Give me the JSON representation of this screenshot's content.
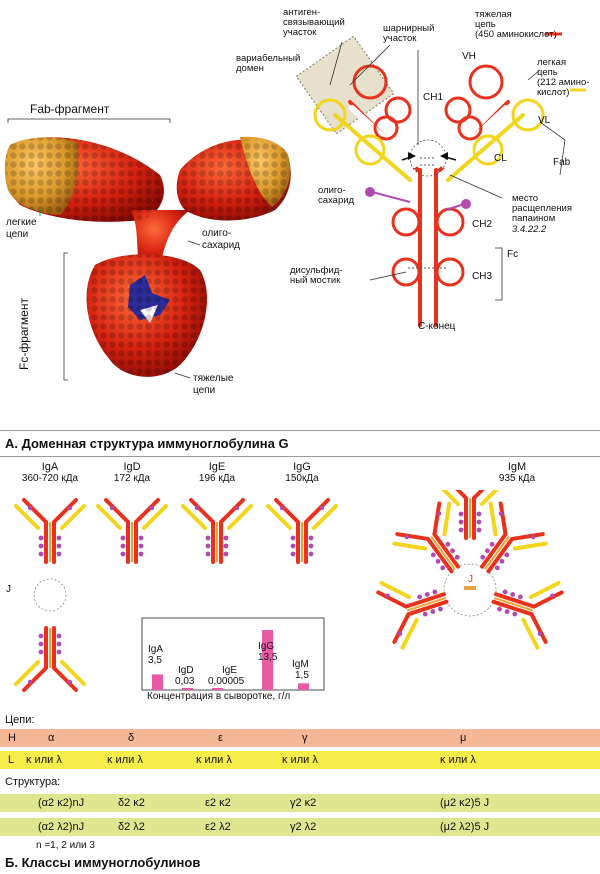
{
  "section_a": {
    "title": "А. Доменная структура иммуноглобулина G",
    "fab_fragment": "Fab-фрагмент",
    "light_chains_1": "легкие",
    "light_chains_2": "цепи",
    "oligo_1": "олиго-",
    "oligo_2": "сахарид",
    "fc_fragment": "Fc-фрагмент",
    "heavy_chains_1": "тяжелые",
    "heavy_chains_2": "цепи",
    "antigen_site_1": "антиген-",
    "antigen_site_2": "связывающий",
    "antigen_site_3": "участок",
    "hinge_1": "шарнирный",
    "hinge_2": "участок",
    "heavy_chain_1": "тяжелая",
    "heavy_chain_2": "цепь",
    "heavy_chain_3": "(450 аминокислот)",
    "variable_1": "вариабельный",
    "variable_2": "домен",
    "vh": "VH",
    "ch1": "CH1",
    "light_chain_1": "легкая",
    "light_chain_2": "цепь",
    "light_chain_3": "(212 амино-",
    "light_chain_4": "кислот)",
    "vl": "VL",
    "cl": "CL",
    "fab": "Fab",
    "oligosaccharide_1": "олиго-",
    "oligosaccharide_2": "сахарид",
    "cleavage_1": "место",
    "cleavage_2": "расщепления",
    "cleavage_3": "папаином",
    "cleavage_4": "3.4.22.2",
    "ch2": "CH2",
    "fc": "Fc",
    "disulfide_1": "дисульфид-",
    "disulfide_2": "ный мостик",
    "ch3": "CH3",
    "c_end": "С-конец"
  },
  "classes": [
    {
      "name": "IgA",
      "mass": "360-720 кДа"
    },
    {
      "name": "IgD",
      "mass": "172 кДа"
    },
    {
      "name": "IgE",
      "mass": "196 кДа"
    },
    {
      "name": "IgG",
      "mass": "150кДа"
    },
    {
      "name": "IgM",
      "mass": "935 кДа"
    }
  ],
  "j_label": "J",
  "concentration": {
    "caption": "Концентрация в сыворотке, г/л",
    "bars": [
      {
        "name": "IgA",
        "value": "3,5",
        "num": 3.5
      },
      {
        "name": "IgD",
        "value": "0,03",
        "num": 0.03
      },
      {
        "name": "IgE",
        "value": "0,00005",
        "num": 5e-05
      },
      {
        "name": "IgG",
        "value": "13,5",
        "num": 13.5
      },
      {
        "name": "IgM",
        "value": "1,5",
        "num": 1.5
      }
    ]
  },
  "chains_heading": "Цепи:",
  "h_row": {
    "label": "H",
    "values": [
      "α",
      "δ",
      "ε",
      "γ",
      "μ"
    ]
  },
  "l_row": {
    "label": "L",
    "values": [
      "κ или λ",
      "κ или λ",
      "κ или λ",
      "κ или λ",
      "κ или λ"
    ]
  },
  "structure_heading": "Структура:",
  "structure_kappa": [
    "(α2 κ2)nJ",
    "δ2 κ2",
    "ε2 κ2",
    "γ2 κ2",
    "(μ2 κ2)5 J"
  ],
  "structure_lambda": [
    "(α2 λ2)nJ",
    "δ2 λ2",
    "ε2 λ2",
    "γ2 λ2",
    "(μ2 λ2)5 J"
  ],
  "n_note": "n =1, 2 или 3",
  "section_b": {
    "title": "Б. Классы иммуноглобулинов"
  },
  "colors": {
    "heavy": "#e8321e",
    "light": "#f2d51c",
    "h_band": "#f5b896",
    "l_band": "#f6ec4a",
    "structure_band": "#dfe690",
    "bar": "#e85aa5",
    "sugar": "#b04ab0"
  }
}
